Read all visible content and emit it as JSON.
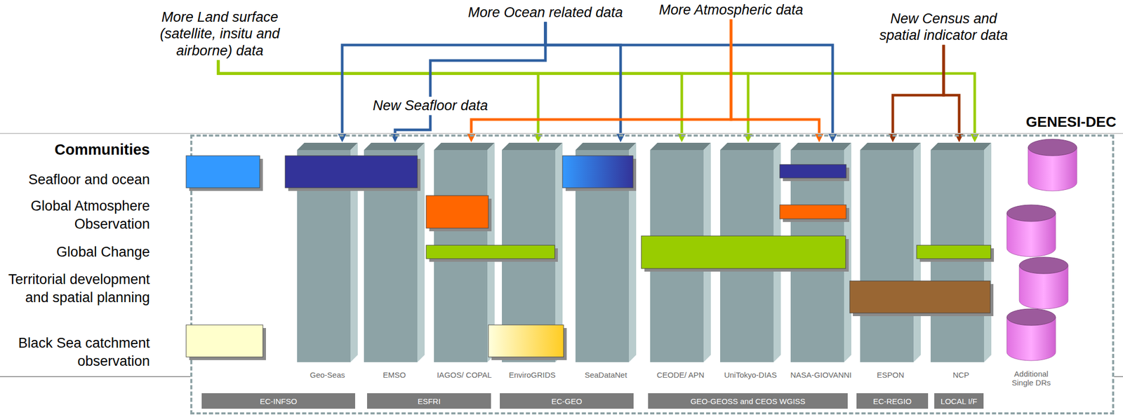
{
  "diagram": {
    "nodes": [
      {
        "text": [
          "More Land surface (satellite, insitu and airborne) data"
        ]
      },
      {
        "text": [
          "More Ocean related data"
        ]
      },
      {
        "text": [
          "More Atmospheric data"
        ]
      },
      {
        "text": [
          "New Census and spatial indicator data"
        ]
      },
      {
        "text": [
          "New Seafloor data"
        ]
      },
      {
        "text": [
          "GENESI-DEC"
        ]
      },
      {
        "text": [
          "Geo-Seas"
        ],
        "in": 5
      },
      {
        "text": [
          "EMSO"
        ],
        "in": 5
      },
      {
        "text": [
          "IAGOS/ COPAL"
        ],
        "in": 5
      },
      {
        "text": [
          "EnviroGRIDS"
        ],
        "in": 5
      },
      {
        "text": [
          "SeaDataNet"
        ],
        "in": 5
      },
      {
        "text": [
          "CEODE/ APN"
        ],
        "in": 5
      },
      {
        "text": [
          "UniTokyo-DIAS"
        ],
        "in": 5
      },
      {
        "text": [
          "NASA-GIOVANNI"
        ],
        "in": 5
      },
      {
        "text": [
          "ESPON"
        ],
        "in": 5
      },
      {
        "text": [
          "NCP"
        ],
        "in": 5
      },
      {
        "text": [
          "Additional Single DRs"
        ],
        "in": 5
      },
      {
        "text": [
          "EC-INFSO"
        ],
        "in": 5
      },
      {
        "text": [
          "ESFRI"
        ],
        "in": 5
      },
      {
        "text": [
          "EC-GEO"
        ],
        "in": 5
      },
      {
        "text": [
          "GEO-GEOSS and CEOS WGISS"
        ],
        "in": 5
      },
      {
        "text": [
          "EC-REGIO"
        ],
        "in": 5
      },
      {
        "text": [
          "LOCAL I/F"
        ],
        "in": 5
      }
    ],
    "edges": [
      {
        "from": 0,
        "to": 9,
        "arrow": "to"
      },
      {
        "from": 0,
        "to": 11,
        "arrow": "to"
      },
      {
        "from": 0,
        "to": 12,
        "arrow": "to"
      },
      {
        "from": 0,
        "to": 15,
        "arrow": "to"
      },
      {
        "from": 1,
        "to": 6,
        "arrow": "to"
      },
      {
        "from": 1,
        "to": 10,
        "arrow": "to"
      },
      {
        "from": 1,
        "to": 13,
        "arrow": "to"
      },
      {
        "from": 1,
        "to": 4,
        "arrow": "none"
      },
      {
        "from": 4,
        "to": 7,
        "arrow": "to"
      },
      {
        "from": 2,
        "to": 8,
        "arrow": "to"
      },
      {
        "from": 2,
        "to": 13,
        "arrow": "to"
      },
      {
        "from": 3,
        "to": 14,
        "arrow": "to"
      },
      {
        "from": 3,
        "to": 15,
        "arrow": "to"
      }
    ],
    "labels": [
      "Communities",
      "Seafloor and ocean",
      "Global Atmosphere Observation",
      "Global Change",
      "Territorial development and spatial planning",
      "Black Sea catchment observation"
    ]
  }
}
